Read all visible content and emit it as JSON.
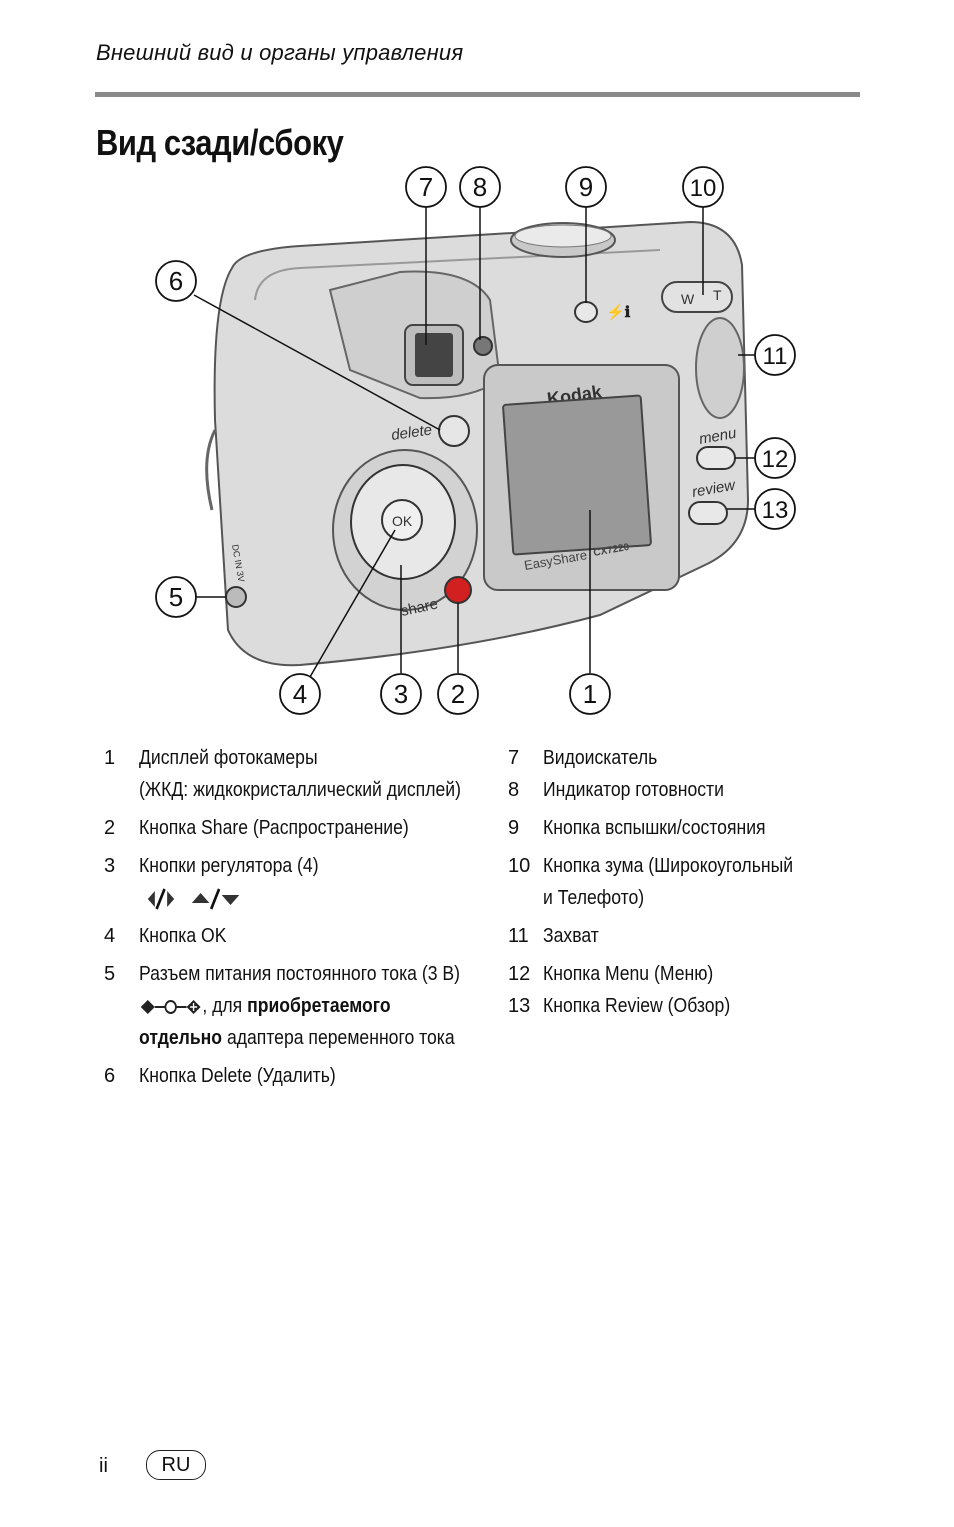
{
  "header": {
    "section": "Внешний вид и органы управления"
  },
  "page": {
    "title": "Вид сзади/сбоку"
  },
  "figure": {
    "brand": "Kodak",
    "model_left": "EasyShare",
    "model_right": "CX7220",
    "labels": {
      "delete": "delete",
      "ok": "OK",
      "share": "share",
      "menu": "menu",
      "review": "review",
      "wide": "W",
      "tele": "T",
      "dc_in": "DC IN 3V"
    },
    "callouts": [
      "1",
      "2",
      "3",
      "4",
      "5",
      "6",
      "7",
      "8",
      "9",
      "10",
      "11",
      "12",
      "13"
    ]
  },
  "legend": {
    "left": [
      {
        "num": "1",
        "lines": [
          "Дисплей фотокамеры",
          "(ЖКД: жидкокристаллический дисплей)"
        ]
      },
      {
        "num": "2",
        "lines": [
          "Кнопка Share (Распространение)"
        ]
      },
      {
        "num": "3",
        "lines": [
          "Кнопки регулятора (4)"
        ]
      },
      {
        "num": "4",
        "lines": [
          "Кнопка OK"
        ]
      },
      {
        "num": "5",
        "line1": "Разъем питания постоянного тока (3 В)",
        "line2_mid": ", для ",
        "line2_bold": "приобретаемого",
        "line3_bold": "отдельно",
        "line3_rest": " адаптера переменного тока"
      },
      {
        "num": "6",
        "lines": [
          "Кнопка Delete (Удалить)"
        ]
      }
    ],
    "right": [
      {
        "num": "7",
        "lines": [
          "Видоискатель"
        ]
      },
      {
        "num": "8",
        "lines": [
          "Индикатор готовности"
        ]
      },
      {
        "num": "9",
        "lines": [
          "Кнопка вспышки/состояния"
        ]
      },
      {
        "num": "10",
        "lines": [
          "Кнопка зума (Широкоугольный",
          "и Телефото)"
        ]
      },
      {
        "num": "11",
        "lines": [
          "Захват"
        ]
      },
      {
        "num": "12",
        "lines": [
          "Кнопка Menu (Меню)"
        ]
      },
      {
        "num": "13",
        "lines": [
          "Кнопка Review (Обзор)"
        ]
      }
    ]
  },
  "footer": {
    "page_number": "ii",
    "language": "RU"
  },
  "icons": {
    "arrow_pairs": "left-right-up-down-arrows-icon",
    "dc_polarity": "dc-polarity-icon"
  }
}
